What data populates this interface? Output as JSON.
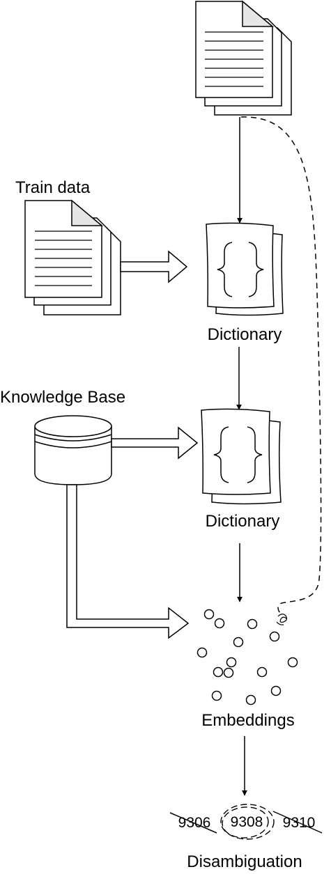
{
  "labels": {
    "train_data": "Train data",
    "knowledge_base": "Knowledge Base",
    "dictionary_1": "Dictionary",
    "dictionary_2": "Dictionary",
    "embeddings": "Embeddings",
    "disambiguation": "Disambiguation"
  },
  "candidates": [
    "9306",
    "9308",
    "9310"
  ],
  "icons": {
    "input_documents": "document-stack-icon",
    "train_documents": "document-stack-icon",
    "dictionary": "curly-braces-document-icon",
    "knowledge_base": "database-cylinder-icon"
  }
}
